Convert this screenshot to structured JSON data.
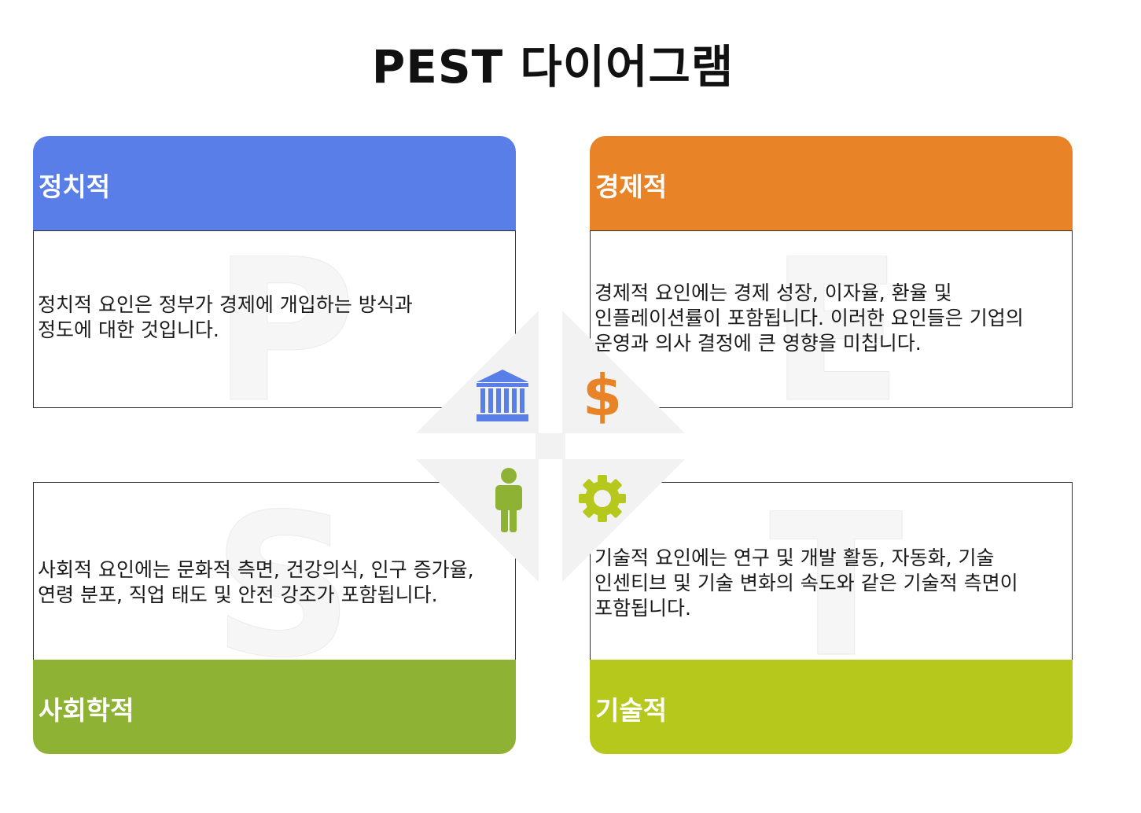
{
  "title": "PEST 다이어그램",
  "colors": {
    "political": "#5a7ee8",
    "economic": "#e98327",
    "social": "#8eb334",
    "technological": "#b5c81b"
  },
  "cards": {
    "political": {
      "letter": "P",
      "heading": "정치적",
      "lines": [
        "정치적 요인은 정부가 경제에 개입하는 방식과",
        "정도에 대한 것입니다."
      ],
      "icon": "government-building-icon"
    },
    "economic": {
      "letter": "E",
      "heading": "경제적",
      "lines": [
        "경제적 요인에는 경제 성장, 이자율, 환율 및",
        "인플레이션률이 포함됩니다. 이러한 요인들은 기업의",
        "운영과 의사 결정에 큰 영향을 미칩니다."
      ],
      "icon": "dollar-icon"
    },
    "social": {
      "letter": "S",
      "heading": "사회학적",
      "lines": [
        "사회적 요인에는 문화적 측면, 건강의식, 인구 증가율,",
        "연령 분포, 직업 태도 및 안전 강조가 포함됩니다."
      ],
      "icon": "person-icon"
    },
    "technological": {
      "letter": "T",
      "heading": "기술적",
      "lines": [
        "기술적 요인에는 연구 및 개발 활동, 자동화, 기술",
        "인센티브 및 기술 변화의 속도와 같은 기술적 측면이",
        "포함됩니다."
      ],
      "icon": "gear-icon"
    }
  }
}
